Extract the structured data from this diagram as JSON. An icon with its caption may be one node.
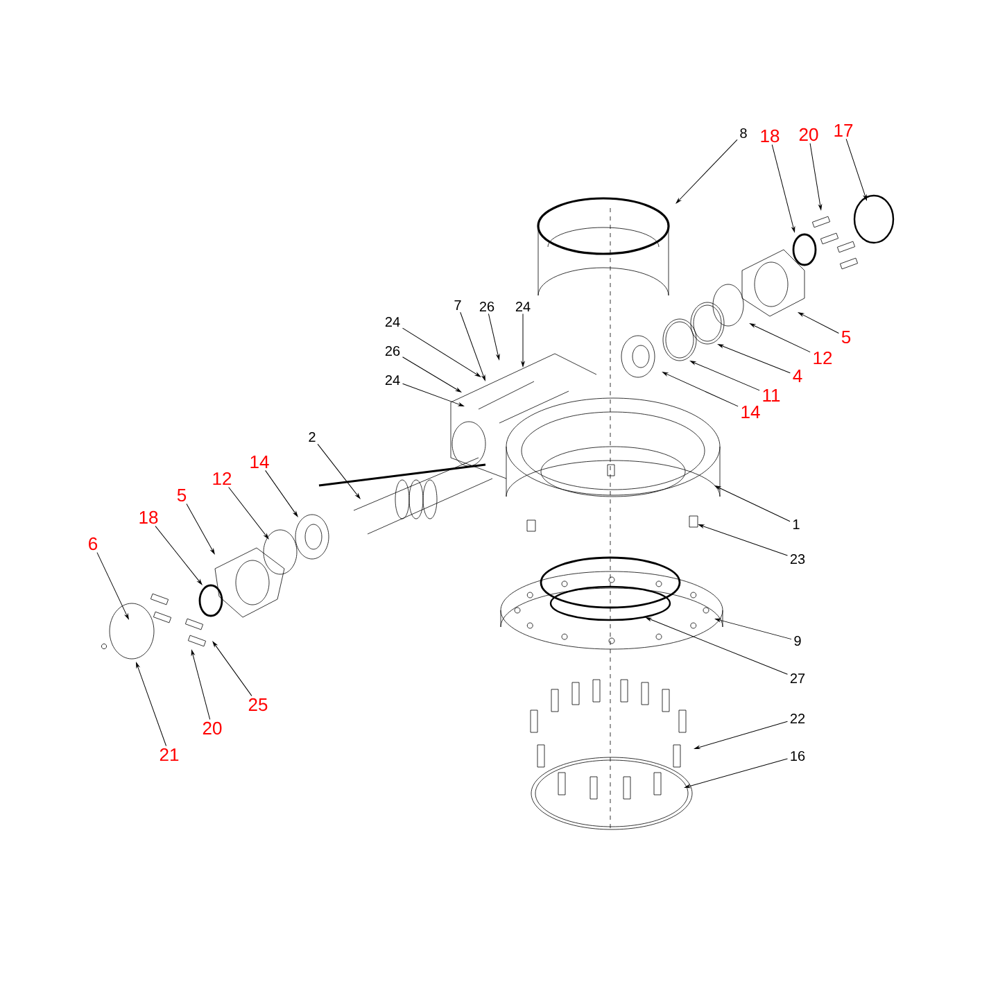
{
  "diagram": {
    "nodes": [
      {
        "text": [
          "8"
        ]
      },
      {
        "text": [
          "18"
        ]
      },
      {
        "text": [
          "20"
        ]
      },
      {
        "text": [
          "17"
        ]
      },
      {
        "text": [
          "7"
        ]
      },
      {
        "text": [
          "26"
        ]
      },
      {
        "text": [
          "24"
        ]
      },
      {
        "text": [
          "5"
        ]
      },
      {
        "text": [
          "24"
        ]
      },
      {
        "text": [
          "26"
        ]
      },
      {
        "text": [
          "12"
        ]
      },
      {
        "text": [
          "4"
        ]
      },
      {
        "text": [
          "24"
        ]
      },
      {
        "text": [
          "11"
        ]
      },
      {
        "text": [
          "14"
        ]
      },
      {
        "text": [
          "2"
        ]
      },
      {
        "text": [
          "14"
        ]
      },
      {
        "text": [
          "12"
        ]
      },
      {
        "text": [
          "5"
        ]
      },
      {
        "text": [
          "18"
        ]
      },
      {
        "text": [
          "1"
        ]
      },
      {
        "text": [
          "6"
        ]
      },
      {
        "text": [
          "23"
        ]
      },
      {
        "text": [
          "9"
        ]
      },
      {
        "text": [
          "27"
        ]
      },
      {
        "text": [
          "25"
        ]
      },
      {
        "text": [
          "22"
        ]
      },
      {
        "text": [
          "20"
        ]
      },
      {
        "text": [
          "21"
        ]
      },
      {
        "text": [
          "16"
        ]
      }
    ],
    "edges": [
      {
        "from": 0,
        "to": null,
        "arrow": "to"
      },
      {
        "from": 1,
        "to": null,
        "arrow": "to"
      },
      {
        "from": 2,
        "to": null,
        "arrow": "to"
      },
      {
        "from": 3,
        "to": null,
        "arrow": "to"
      },
      {
        "from": 4,
        "to": null,
        "arrow": "to"
      },
      {
        "from": 5,
        "to": null,
        "arrow": "to"
      },
      {
        "from": 6,
        "to": null,
        "arrow": "to"
      },
      {
        "from": 7,
        "to": null,
        "arrow": "to"
      },
      {
        "from": 8,
        "to": null,
        "arrow": "to"
      },
      {
        "from": 9,
        "to": null,
        "arrow": "to"
      },
      {
        "from": 10,
        "to": null,
        "arrow": "to"
      },
      {
        "from": 11,
        "to": null,
        "arrow": "to"
      },
      {
        "from": 12,
        "to": null,
        "arrow": "to"
      },
      {
        "from": 13,
        "to": null,
        "arrow": "to"
      },
      {
        "from": 14,
        "to": null,
        "arrow": "to"
      },
      {
        "from": 15,
        "to": null,
        "arrow": "to"
      },
      {
        "from": 16,
        "to": null,
        "arrow": "to"
      },
      {
        "from": 17,
        "to": null,
        "arrow": "to"
      },
      {
        "from": 18,
        "to": null,
        "arrow": "to"
      },
      {
        "from": 19,
        "to": null,
        "arrow": "to"
      },
      {
        "from": 20,
        "to": null,
        "arrow": "to"
      },
      {
        "from": 21,
        "to": null,
        "arrow": "to"
      },
      {
        "from": 22,
        "to": null,
        "arrow": "to"
      },
      {
        "from": 23,
        "to": null,
        "arrow": "to"
      },
      {
        "from": 24,
        "to": null,
        "arrow": "to"
      },
      {
        "from": 25,
        "to": null,
        "arrow": "to"
      },
      {
        "from": 26,
        "to": null,
        "arrow": "to"
      },
      {
        "from": 27,
        "to": null,
        "arrow": "to"
      },
      {
        "from": 28,
        "to": null,
        "arrow": "to"
      },
      {
        "from": 29,
        "to": null,
        "arrow": "to"
      }
    ]
  }
}
